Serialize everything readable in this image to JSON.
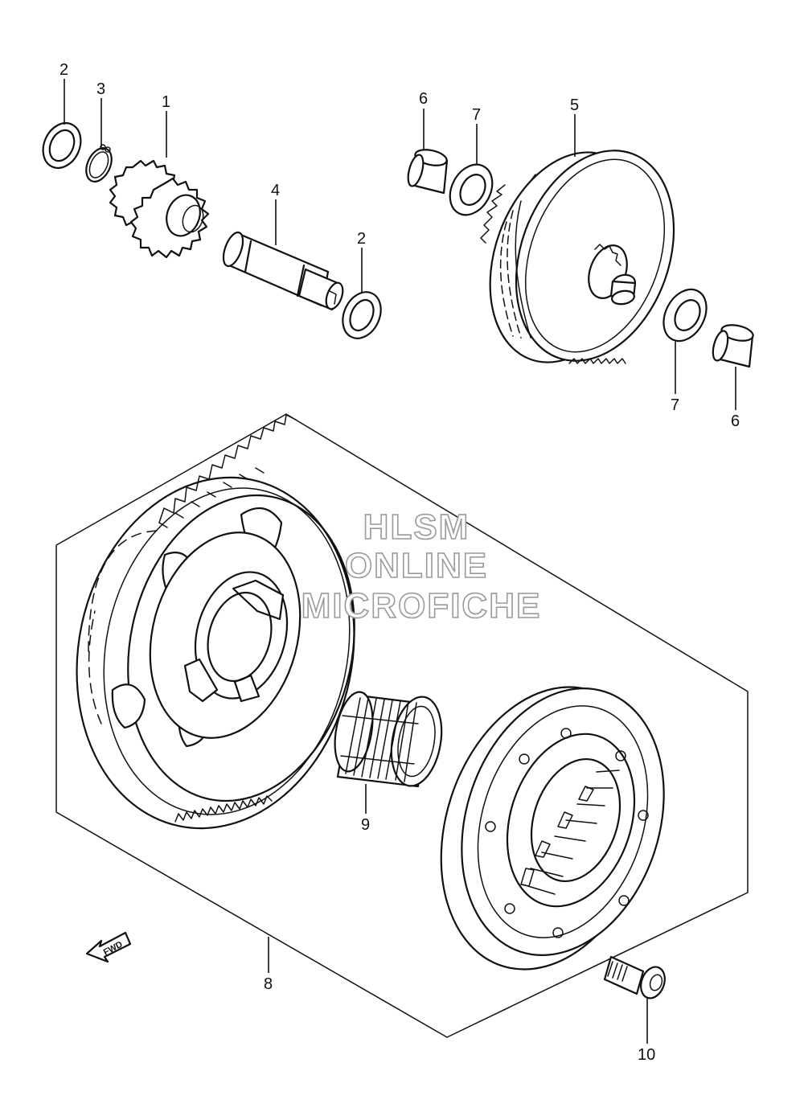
{
  "watermark": {
    "line1": "HLSM",
    "line2": "ONLINE",
    "line3": "MICROFICHE"
  },
  "direction_arrow": {
    "label": "FWD",
    "icon": "fwd-arrow-icon"
  },
  "callouts": {
    "c1": "1",
    "c2a": "2",
    "c2b": "2",
    "c3": "3",
    "c4": "4",
    "c5": "5",
    "c6a": "6",
    "c6b": "6",
    "c7a": "7",
    "c7b": "7",
    "c8": "8",
    "c9": "9",
    "c10": "10"
  }
}
